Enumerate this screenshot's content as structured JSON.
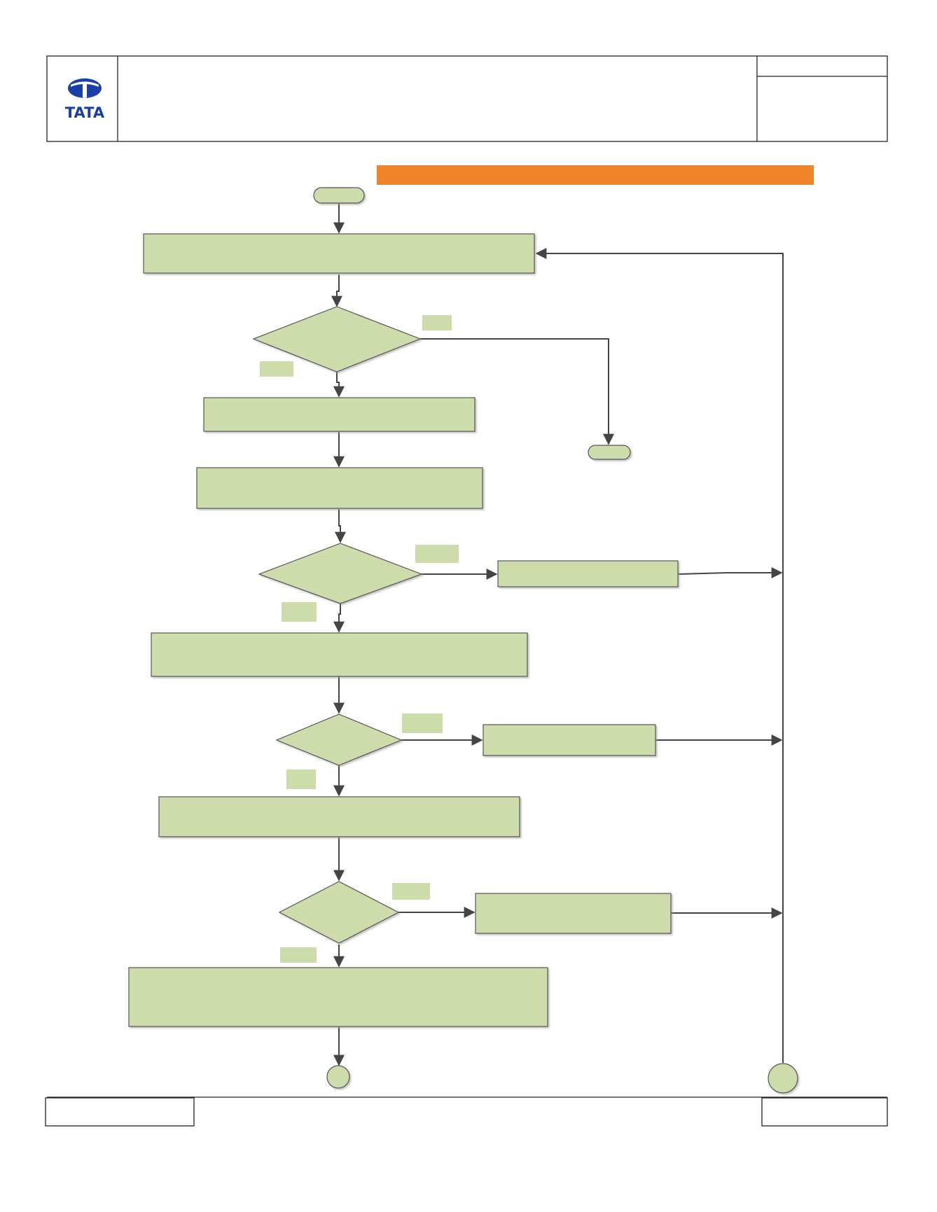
{
  "header": {
    "logo": {
      "icon": "tata-logo-icon",
      "wordmark": "TATA",
      "color": "#1a3fa8"
    },
    "title": "",
    "doc_no": "",
    "rev_info": ""
  },
  "banner": {
    "text": "",
    "color": "#f0842a"
  },
  "flowchart": {
    "fill_color": "#cddcaa",
    "stroke_color": "#555555",
    "start": {
      "label": ""
    },
    "end": {
      "label": ""
    },
    "steps": [
      {
        "id": "step1",
        "label": ""
      },
      {
        "id": "step2",
        "label": ""
      },
      {
        "id": "step3",
        "label": ""
      },
      {
        "id": "step4",
        "label": ""
      },
      {
        "id": "step5",
        "label": ""
      },
      {
        "id": "step6",
        "label": ""
      }
    ],
    "decisions": [
      {
        "id": "decision1",
        "label": "",
        "yes_label": "",
        "no_label": ""
      },
      {
        "id": "decision2",
        "label": "",
        "yes_label": "",
        "no_label": ""
      },
      {
        "id": "decision3",
        "label": "",
        "yes_label": "",
        "no_label": ""
      },
      {
        "id": "decision4",
        "label": "",
        "yes_label": "",
        "no_label": ""
      }
    ],
    "side_actions": [
      {
        "id": "action1",
        "label": ""
      },
      {
        "id": "action2",
        "label": ""
      },
      {
        "id": "action3",
        "label": ""
      }
    ],
    "connectors": [
      {
        "id": "connector-bottom",
        "label": ""
      },
      {
        "id": "connector-return",
        "label": ""
      }
    ]
  },
  "footer": {
    "left_text": "",
    "right_text": ""
  }
}
